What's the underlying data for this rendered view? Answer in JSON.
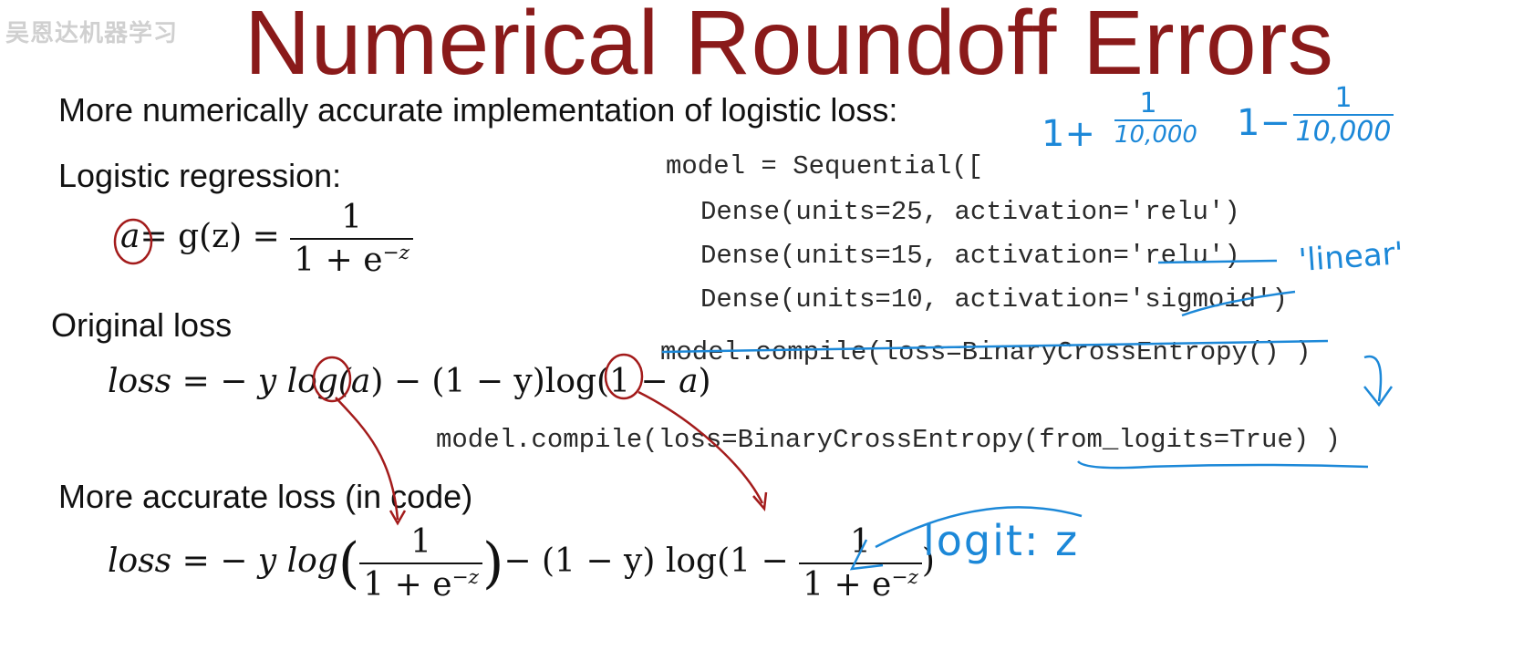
{
  "watermark": "吴恩达机器学习",
  "title": "Numerical Roundoff Errors",
  "intro": "More numerically accurate implementation of logistic loss:",
  "logreg": {
    "heading": "Logistic regression:",
    "lhs": "a",
    "mid": "= g(z) =",
    "num": "1",
    "den": "1 + e",
    "exp": "−z"
  },
  "original": {
    "heading": "Original loss",
    "formula_a": "loss = − y log(",
    "a1": "a",
    "formula_b": ") − (1 − y)log(1 −",
    "a2": "a",
    "formula_c": ")"
  },
  "accurate": {
    "heading": "More accurate loss (in code)",
    "lhs": "loss = − y log",
    "num": "1",
    "den": "1 + e",
    "exp": "−z",
    "mid": "− (1 − y) log(1 −",
    "end": ")"
  },
  "code": {
    "line1": "model = Sequential([",
    "line2": "Dense(units=25, activation='relu')",
    "line3": "Dense(units=15, activation='relu')",
    "line4": "Dense(units=10, activation='sigmoid')",
    "line5": "model.compile(loss=BinaryCrossEntropy() )",
    "line6": "model.compile(loss=BinaryCrossEntropy(from_logits=True) )"
  },
  "handwriting": {
    "plus_prefix": "1+",
    "minus_prefix": "1−",
    "frac_num": "1",
    "frac_den": "10,000",
    "linear": "'linear'",
    "logit": "logit: z"
  },
  "colors": {
    "title": "#8a1a1a",
    "ink_red": "#a31b1b",
    "ink_blue": "#1c88d8"
  }
}
